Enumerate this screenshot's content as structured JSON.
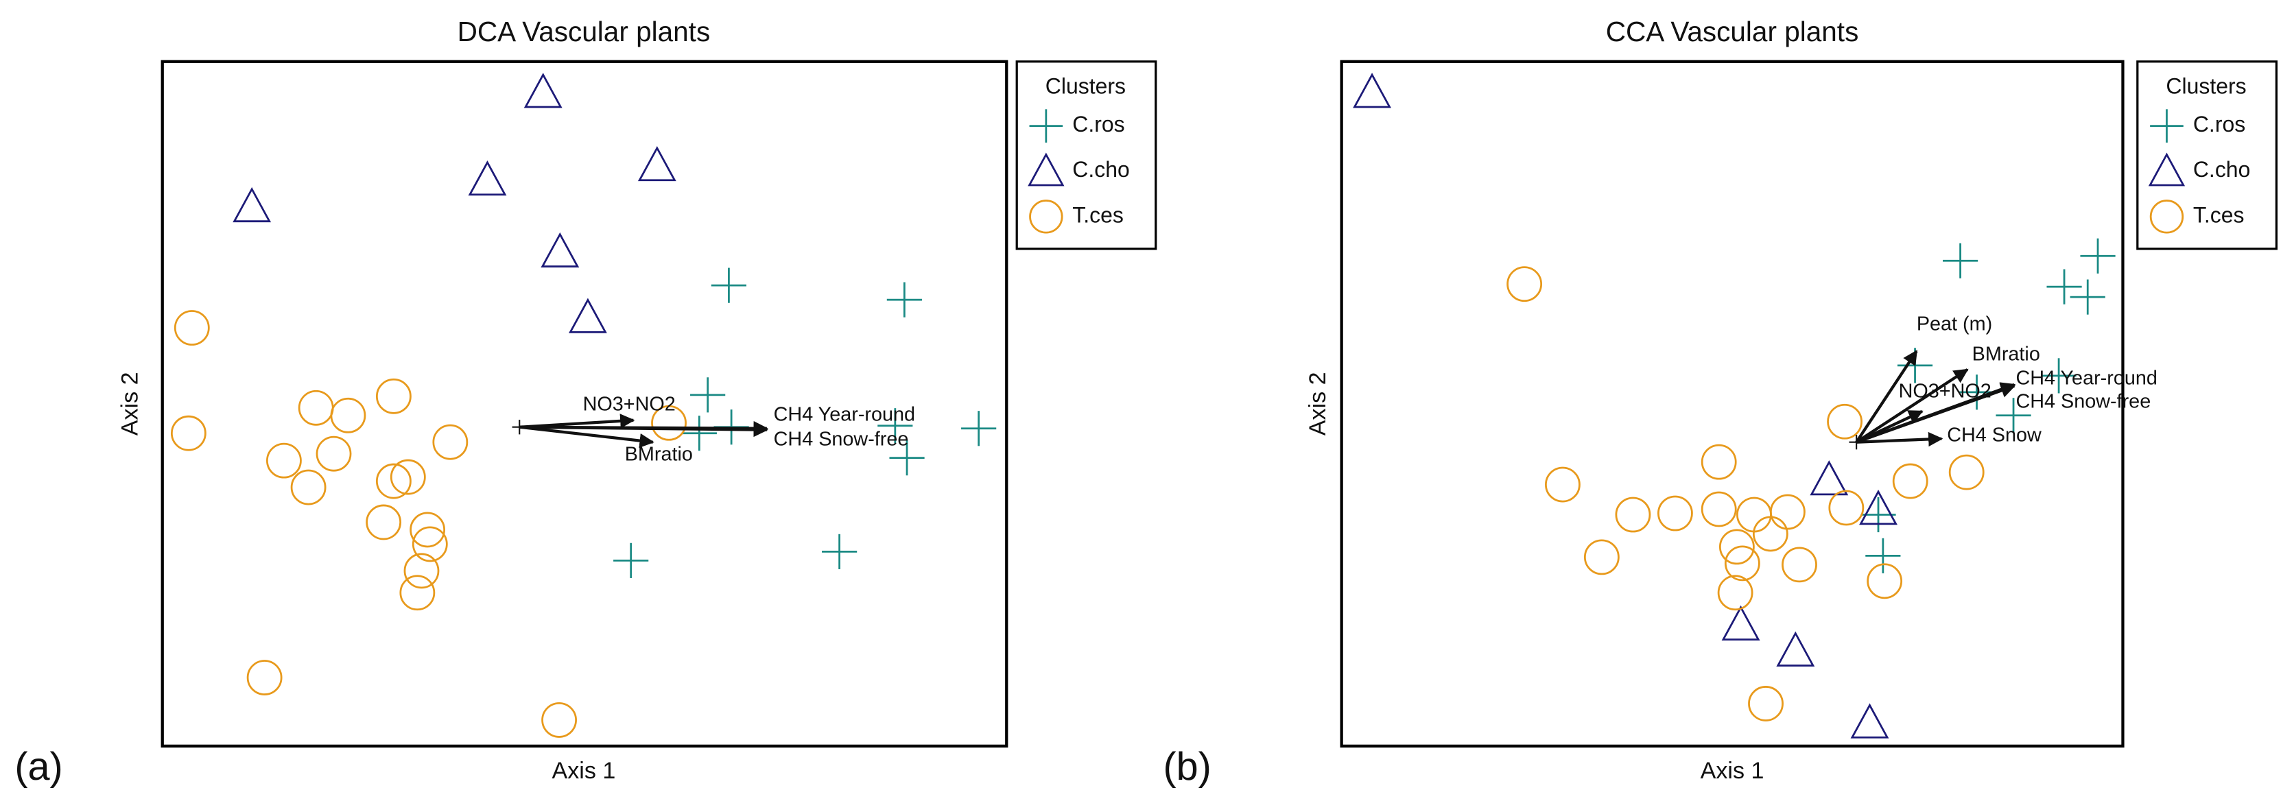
{
  "colors": {
    "cross": "#1a8a84",
    "triangle": "#1c1a78",
    "circle": "#e89a1c",
    "arrow": "#111111"
  },
  "chart_data": [
    {
      "type": "scatter",
      "panel_label": "(a)",
      "title": "DCA Vascular plants",
      "xlabel": "Axis 1",
      "ylabel": "Axis 2",
      "xlim": [
        0,
        100
      ],
      "ylim": [
        0,
        100
      ],
      "grid": false,
      "legend": {
        "title": "Clusters",
        "placement": "outside-right",
        "entries": [
          "C.ros",
          "C.cho",
          "T.ces"
        ]
      },
      "series": [
        {
          "name": "C.ros",
          "marker": "cross",
          "points": [
            [
              67.1,
              67.3
            ],
            [
              87.9,
              65.2
            ],
            [
              64.6,
              51.3
            ],
            [
              96.7,
              46.4
            ],
            [
              88.2,
              42.1
            ],
            [
              55.5,
              27.1
            ],
            [
              80.2,
              28.4
            ],
            [
              63.6,
              45.7
            ],
            [
              67.4,
              46.6
            ],
            [
              86.8,
              46.8
            ]
          ]
        },
        {
          "name": "C.cho",
          "marker": "triangle",
          "points": [
            [
              45.1,
              95.5
            ],
            [
              10.6,
              78.8
            ],
            [
              38.5,
              82.7
            ],
            [
              58.6,
              84.8
            ],
            [
              47.1,
              72.2
            ],
            [
              50.4,
              62.6
            ]
          ]
        },
        {
          "name": "T.ces",
          "marker": "circle",
          "points": [
            [
              3.5,
              61.1
            ],
            [
              3.1,
              45.7
            ],
            [
              18.2,
              49.4
            ],
            [
              22.0,
              48.3
            ],
            [
              27.4,
              51.1
            ],
            [
              34.1,
              44.4
            ],
            [
              14.4,
              41.7
            ],
            [
              20.3,
              42.7
            ],
            [
              17.3,
              37.8
            ],
            [
              27.4,
              38.7
            ],
            [
              29.1,
              39.3
            ],
            [
              26.2,
              32.7
            ],
            [
              31.4,
              31.6
            ],
            [
              31.7,
              29.5
            ],
            [
              30.7,
              25.6
            ],
            [
              30.2,
              22.4
            ],
            [
              12.1,
              10.0
            ],
            [
              47.0,
              3.8
            ],
            [
              60.0,
              47.2
            ]
          ]
        }
      ],
      "vectors": {
        "origin": [
          42.3,
          46.6
        ],
        "arrows": [
          {
            "label": "NO3+NO2",
            "end": [
              55.8,
              47.6
            ],
            "label_at": [
              55.3,
              49.8
            ],
            "anchor": "middle"
          },
          {
            "label": "BMratio",
            "end": [
              58.1,
              44.4
            ],
            "label_at": [
              58.8,
              42.5
            ],
            "anchor": "middle"
          },
          {
            "label": "CH4 Year-round",
            "end": [
              71.6,
              46.4
            ],
            "label_at": [
              72.4,
              48.3
            ],
            "anchor": "start"
          },
          {
            "label": "CH4 Snow-free",
            "end": [
              71.6,
              46.2
            ],
            "label_at": [
              72.4,
              44.7
            ],
            "anchor": "start"
          }
        ]
      }
    },
    {
      "type": "scatter",
      "panel_label": "(b)",
      "title": "CCA Vascular plants",
      "xlabel": "Axis 1",
      "ylabel": "Axis 2",
      "xlim": [
        0,
        100
      ],
      "ylim": [
        0,
        100
      ],
      "grid": false,
      "legend": {
        "title": "Clusters",
        "placement": "outside-right",
        "entries": [
          "C.ros",
          "C.cho",
          "T.ces"
        ]
      },
      "series": [
        {
          "name": "C.ros",
          "marker": "cross",
          "points": [
            [
              79.2,
              70.9
            ],
            [
              96.8,
              71.6
            ],
            [
              92.5,
              67.1
            ],
            [
              95.5,
              65.6
            ],
            [
              73.4,
              55.6
            ],
            [
              81.3,
              51.7
            ],
            [
              91.8,
              54.1
            ],
            [
              86.0,
              48.3
            ],
            [
              68.7,
              33.8
            ],
            [
              69.3,
              27.8
            ]
          ]
        },
        {
          "name": "C.cho",
          "marker": "triangle",
          "points": [
            [
              3.9,
              95.5
            ],
            [
              62.4,
              38.9
            ],
            [
              68.7,
              34.6
            ],
            [
              51.1,
              17.7
            ],
            [
              58.1,
              13.9
            ],
            [
              67.6,
              3.4
            ]
          ]
        },
        {
          "name": "T.ces",
          "marker": "circle",
          "points": [
            [
              23.4,
              67.5
            ],
            [
              64.4,
              47.4
            ],
            [
              48.3,
              41.5
            ],
            [
              72.8,
              38.7
            ],
            [
              80.0,
              40.0
            ],
            [
              28.3,
              38.2
            ],
            [
              37.3,
              33.8
            ],
            [
              42.7,
              34.0
            ],
            [
              48.3,
              34.6
            ],
            [
              52.8,
              33.8
            ],
            [
              57.1,
              34.2
            ],
            [
              64.6,
              34.8
            ],
            [
              54.9,
              31.0
            ],
            [
              50.6,
              29.1
            ],
            [
              33.3,
              27.6
            ],
            [
              51.3,
              26.7
            ],
            [
              58.6,
              26.5
            ],
            [
              50.4,
              22.4
            ],
            [
              69.5,
              24.1
            ],
            [
              54.3,
              6.2
            ]
          ]
        }
      ],
      "vectors": {
        "origin": [
          65.9,
          44.4
        ],
        "arrows": [
          {
            "label": "Peat (m)",
            "end": [
              73.6,
              57.7
            ],
            "label_at": [
              73.6,
              61.5
            ],
            "anchor": "start"
          },
          {
            "label": "BMratio",
            "end": [
              80.1,
              55.0
            ],
            "label_at": [
              80.7,
              57.1
            ],
            "anchor": "start"
          },
          {
            "label": "NO3+NO2",
            "end": [
              74.3,
              48.9
            ],
            "label_at": [
              71.3,
              51.7
            ],
            "anchor": "start"
          },
          {
            "label": "CH4 Year-round",
            "end": [
              86.1,
              52.8
            ],
            "label_at": [
              86.3,
              53.6
            ],
            "anchor": "start"
          },
          {
            "label": "CH4 Snow-free",
            "end": [
              86.1,
              52.6
            ],
            "label_at": [
              86.3,
              50.2
            ],
            "anchor": "start"
          },
          {
            "label": "CH4 Snow",
            "end": [
              76.8,
              44.9
            ],
            "label_at": [
              77.5,
              45.3
            ],
            "anchor": "start"
          }
        ]
      }
    }
  ]
}
